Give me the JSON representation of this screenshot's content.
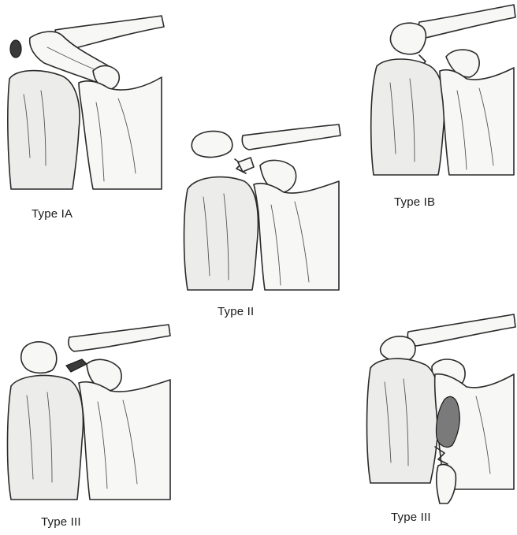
{
  "figure": {
    "panels": [
      {
        "id": "type-ia",
        "label": "Type IA"
      },
      {
        "id": "type-ib",
        "label": "Type IB"
      },
      {
        "id": "type-ii",
        "label": "Type II"
      },
      {
        "id": "type-iii-left",
        "label": "Type III"
      },
      {
        "id": "type-iii-right",
        "label": "Type III"
      }
    ]
  }
}
